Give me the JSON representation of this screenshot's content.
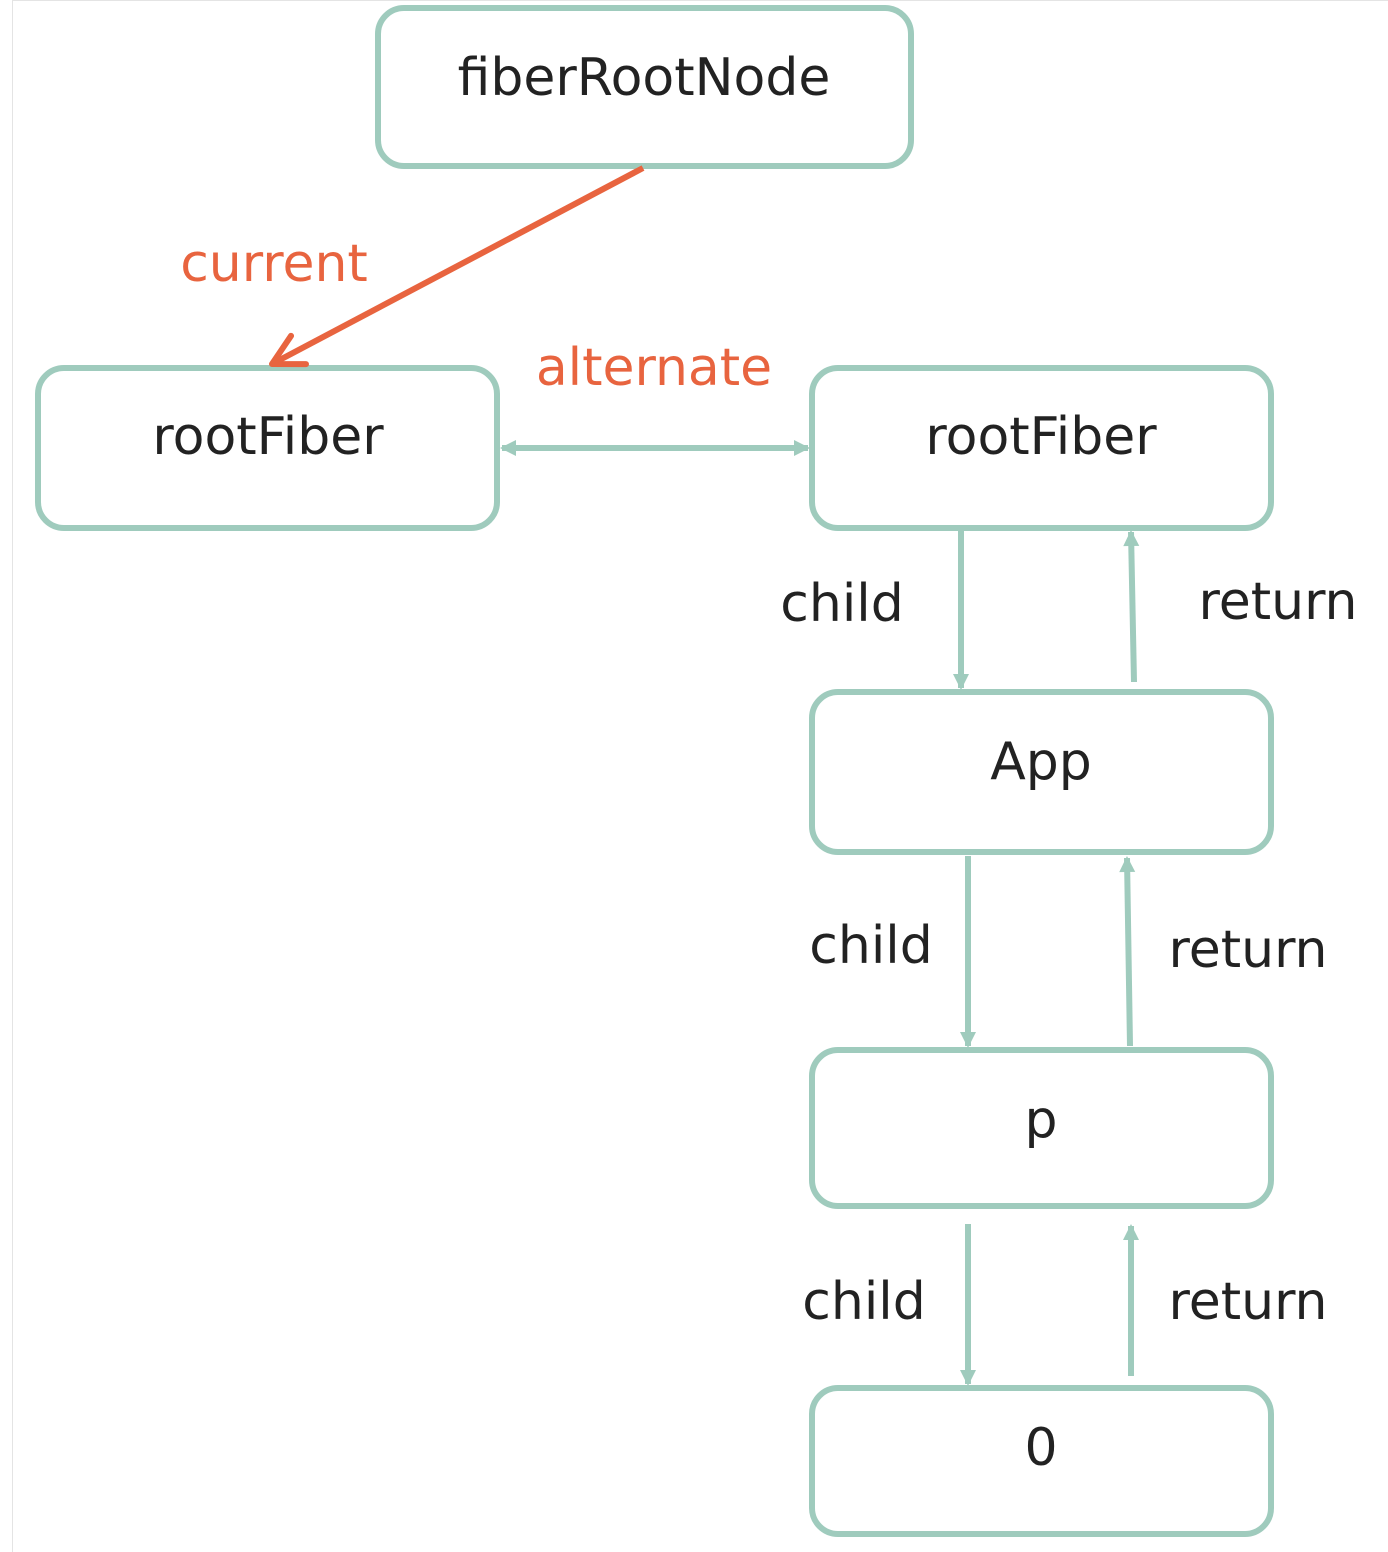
{
  "colors": {
    "node_border": "#9fcbbd",
    "node_fill": "#ffffff",
    "node_text": "#222222",
    "edge": "#9fcbbd",
    "accent": "#e8643f"
  },
  "nodes": {
    "fiber_root_node": "fiberRootNode",
    "current_root_fiber": "rootFiber",
    "wip_root_fiber": "rootFiber",
    "app": "App",
    "p": "p",
    "text_zero": "0"
  },
  "edges": {
    "current": "current",
    "alternate": "alternate",
    "child_root_app": "child",
    "return_app_root": "return",
    "child_app_p": "child",
    "return_p_app": "return",
    "child_p_zero": "child",
    "return_zero_p": "return"
  }
}
